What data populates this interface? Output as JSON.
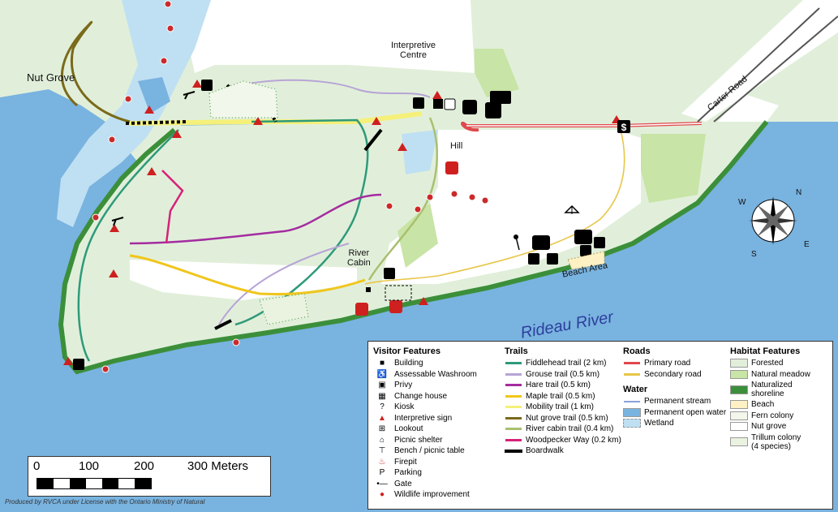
{
  "map": {
    "water_name": "Rideau River",
    "places": {
      "nut_grove": "Nut Grove",
      "interpretive_centre": "Interpretive\nCentre",
      "hill": "Hill",
      "river_cabin": "River\nCabin",
      "beach_area": "Beach Area",
      "carter_road": "Carter Road"
    },
    "colors": {
      "water": "#79b3e0",
      "land": "#ffffff",
      "forest": "#e1efda",
      "meadow": "#c8e4a6",
      "shoreline": "#3c8f3a",
      "fiddlehead": "#2e9a7a",
      "grouse": "#b7a4d6",
      "hare": "#a42ca0",
      "maple": "#f0c61d",
      "mobility": "#f5f07a",
      "nut_grove": "#7a6a1a",
      "river_cabin": "#a9c070",
      "woodpecker": "#d6227a",
      "primary_road": "#e0484d",
      "secondary_road": "#e8c64a",
      "interpretive_sign": "#cf2020",
      "wildlife": "#cc2a2a"
    }
  },
  "legend": {
    "visitor": {
      "title": "Visitor Features",
      "items": [
        {
          "icon": "building-icon",
          "label": "Building"
        },
        {
          "icon": "accessible-washroom-icon",
          "label": "Assessable Washroom"
        },
        {
          "icon": "privy-icon",
          "label": "Privy"
        },
        {
          "icon": "change-house-icon",
          "label": "Change house"
        },
        {
          "icon": "kiosk-icon",
          "label": "Kiosk"
        },
        {
          "icon": "interpretive-sign-icon",
          "label": "Interpretive sign"
        },
        {
          "icon": "lookout-icon",
          "label": "Lookout"
        },
        {
          "icon": "picnic-shelter-icon",
          "label": "Picnic shelter"
        },
        {
          "icon": "bench-icon",
          "label": "Bench / picnic table"
        },
        {
          "icon": "firepit-icon",
          "label": "Firepit"
        },
        {
          "icon": "parking-icon",
          "label": "Parking"
        },
        {
          "icon": "gate-icon",
          "label": "Gate"
        },
        {
          "icon": "wildlife-improvement-icon",
          "label": "Wildlife improvement"
        }
      ]
    },
    "trails": {
      "title": "Trails",
      "items": [
        {
          "color": "#2e9a7a",
          "label": "Fiddlehead trail (2 km)"
        },
        {
          "color": "#b7a4d6",
          "label": "Grouse trail (0.5 km)"
        },
        {
          "color": "#a42ca0",
          "label": "Hare trail (0.5 km)"
        },
        {
          "color": "#f0c61d",
          "label": "Maple trail (0.5 km)"
        },
        {
          "color": "#f5f07a",
          "label": "Mobility trail (1 km)"
        },
        {
          "color": "#7a6a1a",
          "label": "Nut grove trail (0.5 km)"
        },
        {
          "color": "#a9c070",
          "label": "River cabin trail (0.4 km)"
        },
        {
          "color": "#d6227a",
          "label": "Woodpecker Way (0.2 km)"
        },
        {
          "color": "#000000",
          "label": "Boardwalk"
        }
      ]
    },
    "roads": {
      "title": "Roads",
      "items": [
        {
          "color": "#e0484d",
          "label": "Primary road"
        },
        {
          "color": "#e8c64a",
          "label": "Secondary road"
        }
      ]
    },
    "water": {
      "title": "Water",
      "items": [
        {
          "kind": "line",
          "color": "#8aa0d8",
          "label": "Permanent stream"
        },
        {
          "kind": "fill",
          "color": "#79b3e0",
          "label": "Permanent open water"
        },
        {
          "kind": "wetland",
          "color": "#bfe0f2",
          "label": "Wetland"
        }
      ]
    },
    "habitat": {
      "title": "Habitat Features",
      "items": [
        {
          "color": "#e1efda",
          "label": "Forested"
        },
        {
          "color": "#c8e4a6",
          "label": "Natural meadow"
        },
        {
          "color": "#3c8f3a",
          "label": "Naturalized\nshoreline"
        },
        {
          "color": "#fff1c4",
          "label": "Beach"
        },
        {
          "color": "#f1f7ea",
          "label": "Fern colony"
        },
        {
          "color": "#ffffff",
          "label": "Nut grove"
        },
        {
          "color": "#eaf3e0",
          "label": "Trillum colony\n(4 species)"
        }
      ]
    }
  },
  "scale": {
    "labels": [
      "0",
      "100",
      "200",
      "300 Meters"
    ]
  },
  "credit": "Produced by RVCA under License with the Ontario Ministry of Natural"
}
